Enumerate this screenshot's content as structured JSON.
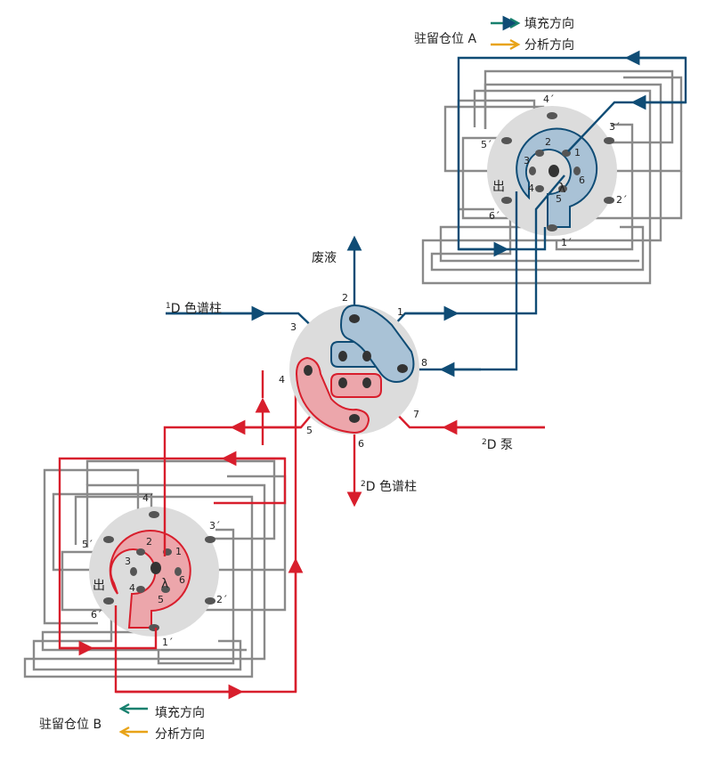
{
  "colors": {
    "blue": "#0f4c75",
    "red": "#d81e2c",
    "gray": "#8a8a8a",
    "teal": "#17806e",
    "orange": "#e8a317",
    "valve_face": "#dcdcdc",
    "blue_channel": "#a9c2d6",
    "red_channel": "#eca6ab"
  },
  "legend_a": {
    "title": "驻留仓位 A",
    "fill": "填充方向",
    "analysis": "分析方向"
  },
  "legend_b": {
    "title": "驻留仓位 B",
    "fill": "填充方向",
    "analysis": "分析方向"
  },
  "main_valve": {
    "waste": "废液",
    "column_1d": {
      "sup": "1",
      "text": "D 色谱柱"
    },
    "column_2d": {
      "sup": "2",
      "text": "D 色谱柱"
    },
    "pump_2d": {
      "sup": "2",
      "text": "D 泵"
    },
    "ports": [
      "1",
      "2",
      "3",
      "4",
      "5",
      "6",
      "7",
      "8"
    ]
  },
  "deck_a": {
    "outlet": "出",
    "inner_ports": [
      "1",
      "2",
      "3",
      "4",
      "5",
      "6"
    ],
    "outer_ports": [
      "1´",
      "2´",
      "3´",
      "4´",
      "5´",
      "6´"
    ]
  },
  "deck_b": {
    "outlet": "出",
    "inner_ports": [
      "1",
      "2",
      "3",
      "4",
      "5",
      "6"
    ],
    "outer_ports": [
      "1´",
      "2´",
      "3´",
      "4´",
      "5´",
      "6´"
    ]
  }
}
